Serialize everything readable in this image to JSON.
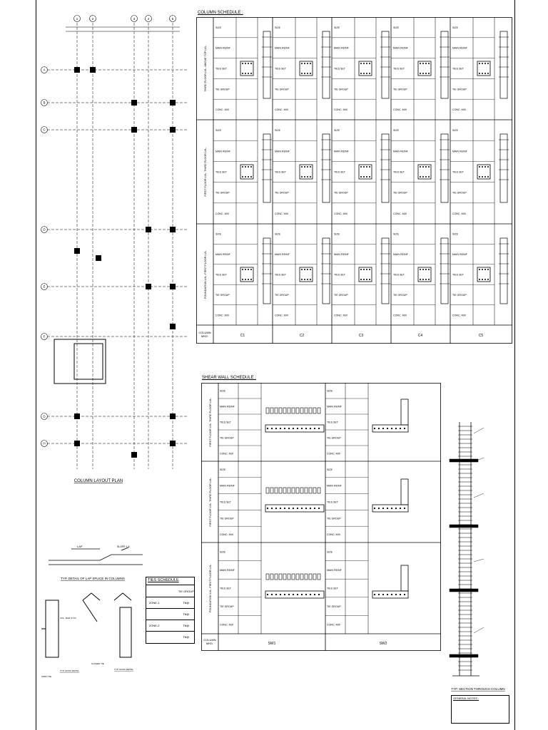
{
  "plan": {
    "title": "COLUMN LAYOUT PLAN",
    "grid_cols": [
      "1",
      "2",
      "3",
      "4",
      "5"
    ],
    "grid_rows": [
      "A",
      "B",
      "C",
      "D",
      "E",
      "F",
      "G",
      "H"
    ]
  },
  "column_schedule": {
    "title": "COLUMN SCHEDULE :",
    "levels": [
      "THIRD FLOOR LVL. ABOVE TOP LVL.",
      "FIRST FLOOR LVL. THIRD FLOOR LVL.",
      "FOUNDATION LVL. FIRST FLOOR LVL."
    ],
    "row_labels": [
      "SIZE",
      "MAIN REINF",
      "TIES SET",
      "TIE GROUP",
      "CONC. MIX"
    ],
    "footer_label": "COLUMN MKD.",
    "columns": [
      "C1",
      "C2",
      "C3",
      "C4",
      "C5"
    ]
  },
  "shear_wall_schedule": {
    "title": "SHEAR WALL SCHEDULE :",
    "levels": [
      "FIRST FLOOR LVL. THIRD FLOOR LVL.",
      "FIRST FLOOR LVL. THIRD FLOOR LVL.",
      "FOUNDATION LVL. FIRST FLOOR LVL."
    ],
    "row_labels": [
      "SIZE",
      "MAIN REINF",
      "TIES SET",
      "TIE GROUP",
      "CONC. MIX"
    ],
    "footer_label": "COLUMN MKD.",
    "walls": [
      "SW1",
      "SW2"
    ]
  },
  "lap_detail": {
    "title": "TYP. DETAIL OF LAP SPLICE IN COLUMNS",
    "lap_label": "LAP",
    "slope_label": "SLOPE 1:6"
  },
  "hook_details": {
    "labels": [
      "OPEN TIE",
      "TYP. HOOK DETAIL",
      "CLOSED TIE",
      "TYP. HOOK DETAIL"
    ],
    "col_bar": "COL. BAR (TYP)"
  },
  "ties_schedule": {
    "title": "TIES SCHEDULE",
    "header": "TIE GROUP",
    "rows": [
      [
        "ZONE-1",
        "",
        "T8@"
      ],
      [
        "",
        "",
        "T8@"
      ],
      [
        "ZONE-2",
        "",
        "T8@"
      ],
      [
        "",
        "",
        "T8@"
      ]
    ]
  },
  "section": {
    "title": "TYP. SECTION THROUGH COLUMN",
    "notes_title": "GENERAL NOTES :"
  }
}
